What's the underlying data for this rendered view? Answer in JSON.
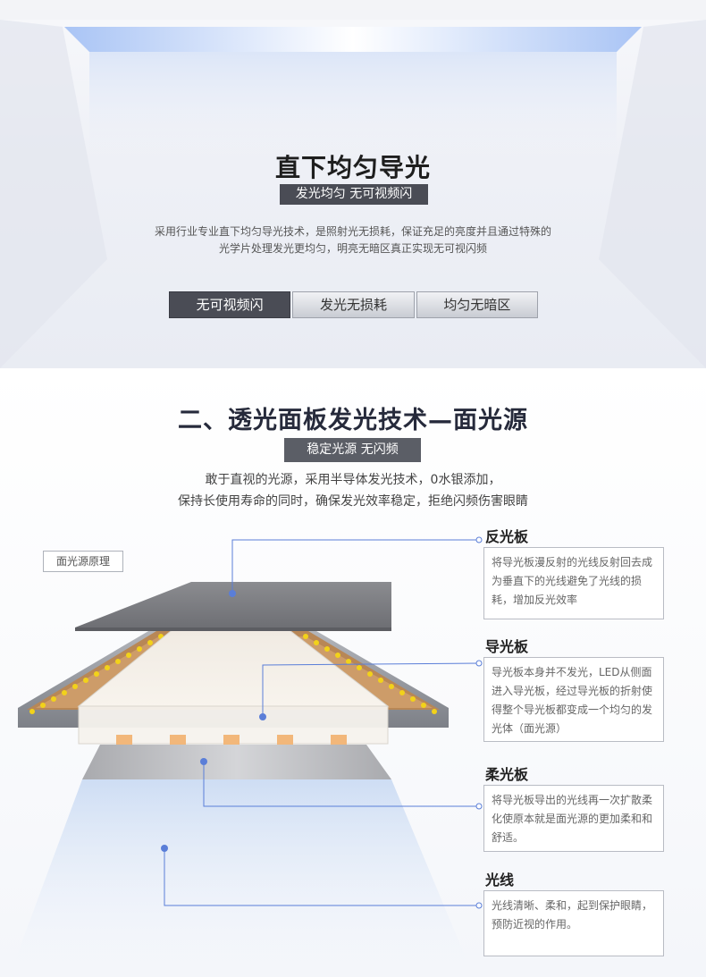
{
  "section1": {
    "title": "直下均匀导光",
    "badge": "发光均匀 无可视频闪",
    "desc_line1": "采用行业专业直下均匀导光技术，是照射光无损耗，保证充足的亮度并且通过特殊的",
    "desc_line2": "光学片处理发光更均匀，明亮无暗区真正实现无可视闪频",
    "tabs": [
      {
        "label": "无可视频闪"
      },
      {
        "label": "发光无损耗"
      },
      {
        "label": "均匀无暗区"
      }
    ]
  },
  "section2": {
    "title": "二、透光面板发光技术—面光源",
    "badge": "稳定光源 无闪频",
    "desc_line1": "敢于直视的光源，采用半导体发光技术，0水银添加，",
    "desc_line2": "保持长使用寿命的同时，确保发光效率稳定，拒绝闪频伤害眼睛",
    "principle_label": "面光源原理",
    "layers": [
      {
        "title": "反光板",
        "text": "将导光板漫反射的光线反射回去成为垂直下的光线避免了光线的损耗，增加反光效率"
      },
      {
        "title": "导光板",
        "text": "导光板本身并不发光，LED从侧面进入导光板，经过导光板的折射使得整个导光板都变成一个均匀的发光体（面光源）"
      },
      {
        "title": "柔光板",
        "text": "将导光板导出的光线再一次扩散柔化使原本就是面光源的更加柔和和舒适。"
      },
      {
        "title": "光线",
        "text": "光线清晰、柔和，起到保护眼睛，预防近视的作用。"
      }
    ]
  },
  "colors": {
    "dark_badge": "#4a4c55",
    "callout_line": "#5a7ed8",
    "led_yellow": "#f2d21a",
    "arrow_orange": "#f2b77a"
  }
}
